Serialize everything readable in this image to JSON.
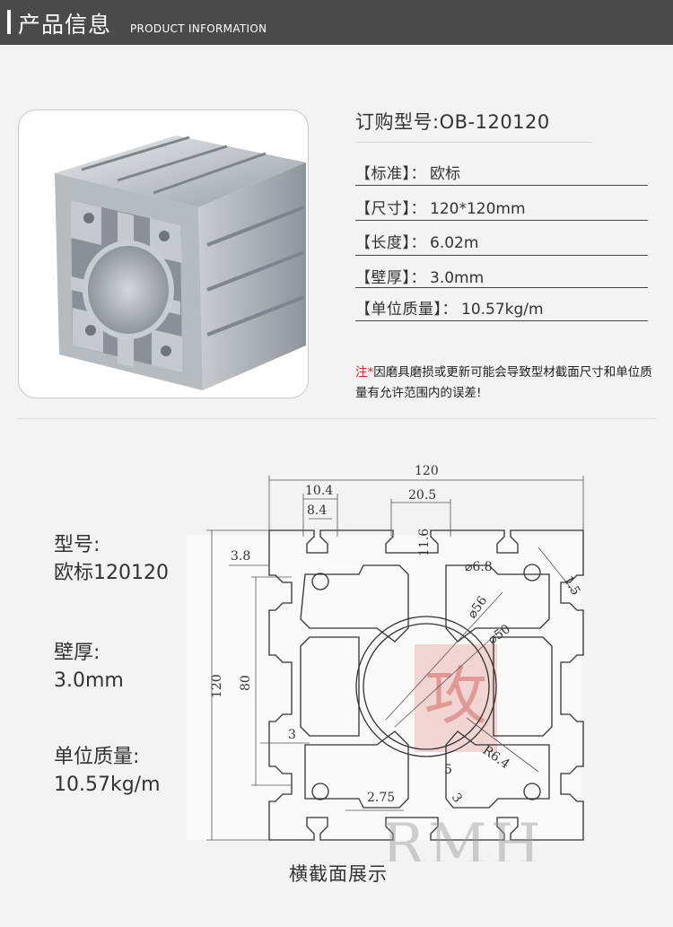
{
  "header": {
    "title_zh": "产品信息",
    "title_en": "PRODUCT INFORMATION"
  },
  "product": {
    "model_label": "订购型号:",
    "model_value": "OB-120120",
    "specs": [
      {
        "key": "【标准】：",
        "value": "欧标"
      },
      {
        "key": "【尺寸】：",
        "value": "120*120mm"
      },
      {
        "key": "【长度】：",
        "value": "6.02m"
      },
      {
        "key": "【壁厚】：",
        "value": "3.0mm"
      },
      {
        "key": "【单位质量】：",
        "value": "10.57kg/m"
      }
    ],
    "note_mark": "注*",
    "note_text": "因磨具磨损或更新可能会导致型材截面尺寸和单位质量有允许范围内的误差!"
  },
  "side_info": [
    {
      "label": "型号:",
      "value": "欧标120120"
    },
    {
      "label": "壁厚:",
      "value": "3.0mm"
    },
    {
      "label": "单位质量:",
      "value": "10.57kg/m"
    }
  ],
  "drawing": {
    "dims": {
      "width": "120",
      "slot_outer": "10.4",
      "slot_inner": "8.4",
      "top_slot": "20.5",
      "depth": "11.6",
      "wall_left": "3.8",
      "hole": "⌀6.8",
      "corner": "1.5",
      "bore_outer": "⌀56",
      "bore_inner": "⌀50",
      "height": "120",
      "inner_height": "80",
      "web": "3",
      "radius": "R6.4",
      "rib": "5",
      "bottom": "2.75",
      "wall": "3"
    },
    "caption": "横截面展示",
    "watermark": "RMH"
  },
  "colors": {
    "header_bg": "#4a4a4a",
    "note_mark": "#d9232a",
    "seal": "#d9807a"
  }
}
